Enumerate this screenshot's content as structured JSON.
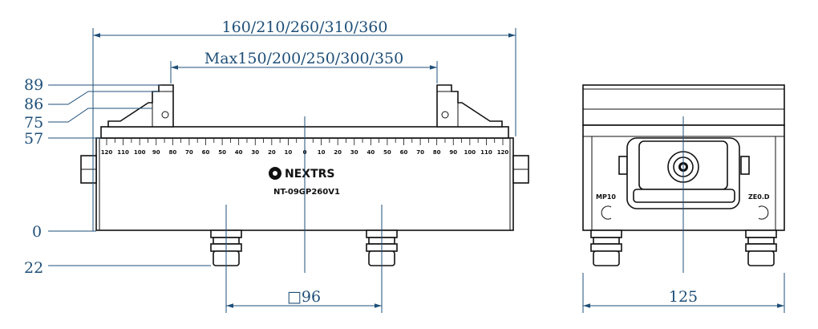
{
  "dimensions": {
    "overall_length": "160/210/260/310/360",
    "max_opening": "Max150/200/250/300/350",
    "height_89": "89",
    "height_86": "86",
    "height_75": "75",
    "height_57": "57",
    "height_0": "0",
    "height_22": "22",
    "stud_spacing": "□96",
    "side_width": "125"
  },
  "scale": {
    "labels": [
      "120",
      "110",
      "100",
      "90",
      "80",
      "70",
      "60",
      "50",
      "40",
      "30",
      "20",
      "10",
      "0",
      "10",
      "20",
      "30",
      "40",
      "50",
      "60",
      "70",
      "80",
      "90",
      "100",
      "110",
      "120"
    ]
  },
  "branding": {
    "logo_text": "NEXTRS",
    "model": "NT-09GP260V1"
  },
  "side_view": {
    "left_label": "MP10",
    "right_label": "ZE0.D"
  },
  "colors": {
    "dimension": "#1f4f78",
    "outline": "#111111"
  }
}
